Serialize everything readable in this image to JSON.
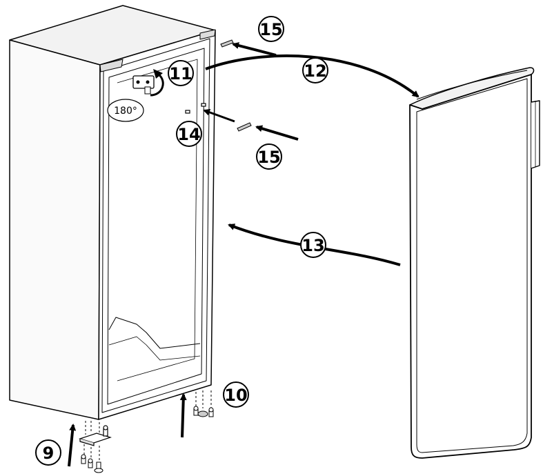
{
  "callouts": {
    "c9": "9",
    "c10": "10",
    "c11": "11",
    "c12": "12",
    "c13": "13",
    "c14": "14",
    "c15a": "15",
    "c15b": "15"
  },
  "rotation_label": "180°",
  "colors": {
    "line": "#000000",
    "fill": "#ffffff",
    "shade": "#e6e6e6"
  }
}
